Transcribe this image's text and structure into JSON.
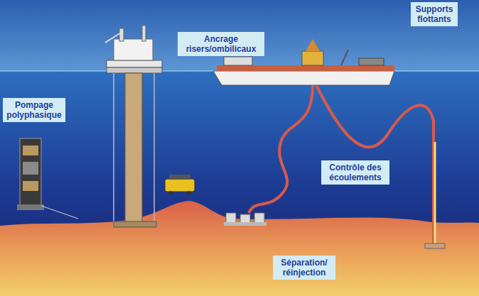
{
  "diagram": {
    "nodes": [
      {
        "text": [
          "Supports flottants"
        ]
      },
      {
        "text": [
          "Ancrage risers/ombilicaux"
        ]
      },
      {
        "text": [
          "Pompage polyphasique"
        ]
      },
      {
        "text": [
          "Contrôle des écoulements"
        ]
      },
      {
        "text": [
          "Séparation/ réinjection"
        ]
      }
    ]
  }
}
